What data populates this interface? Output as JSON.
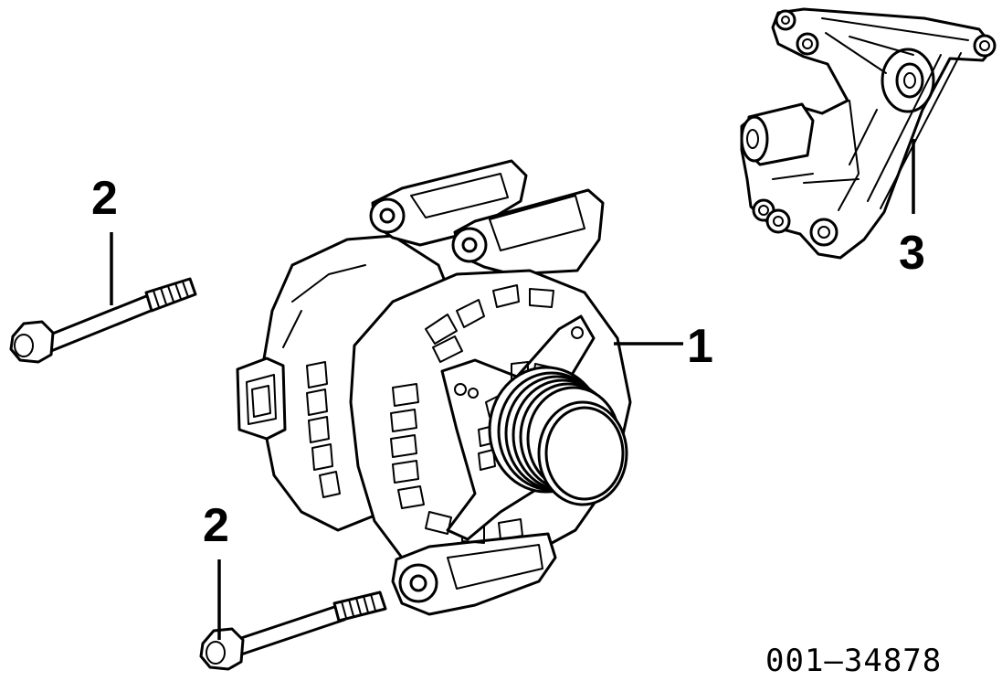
{
  "callouts": {
    "alternator": "1",
    "bolt_upper": "2",
    "bolt_lower": "2",
    "bracket": "3"
  },
  "reference_number": "001–34878",
  "parts": [
    {
      "id": "1",
      "part": "alternator"
    },
    {
      "id": "2",
      "part": "bolt"
    },
    {
      "id": "3",
      "part": "bracket"
    }
  ]
}
